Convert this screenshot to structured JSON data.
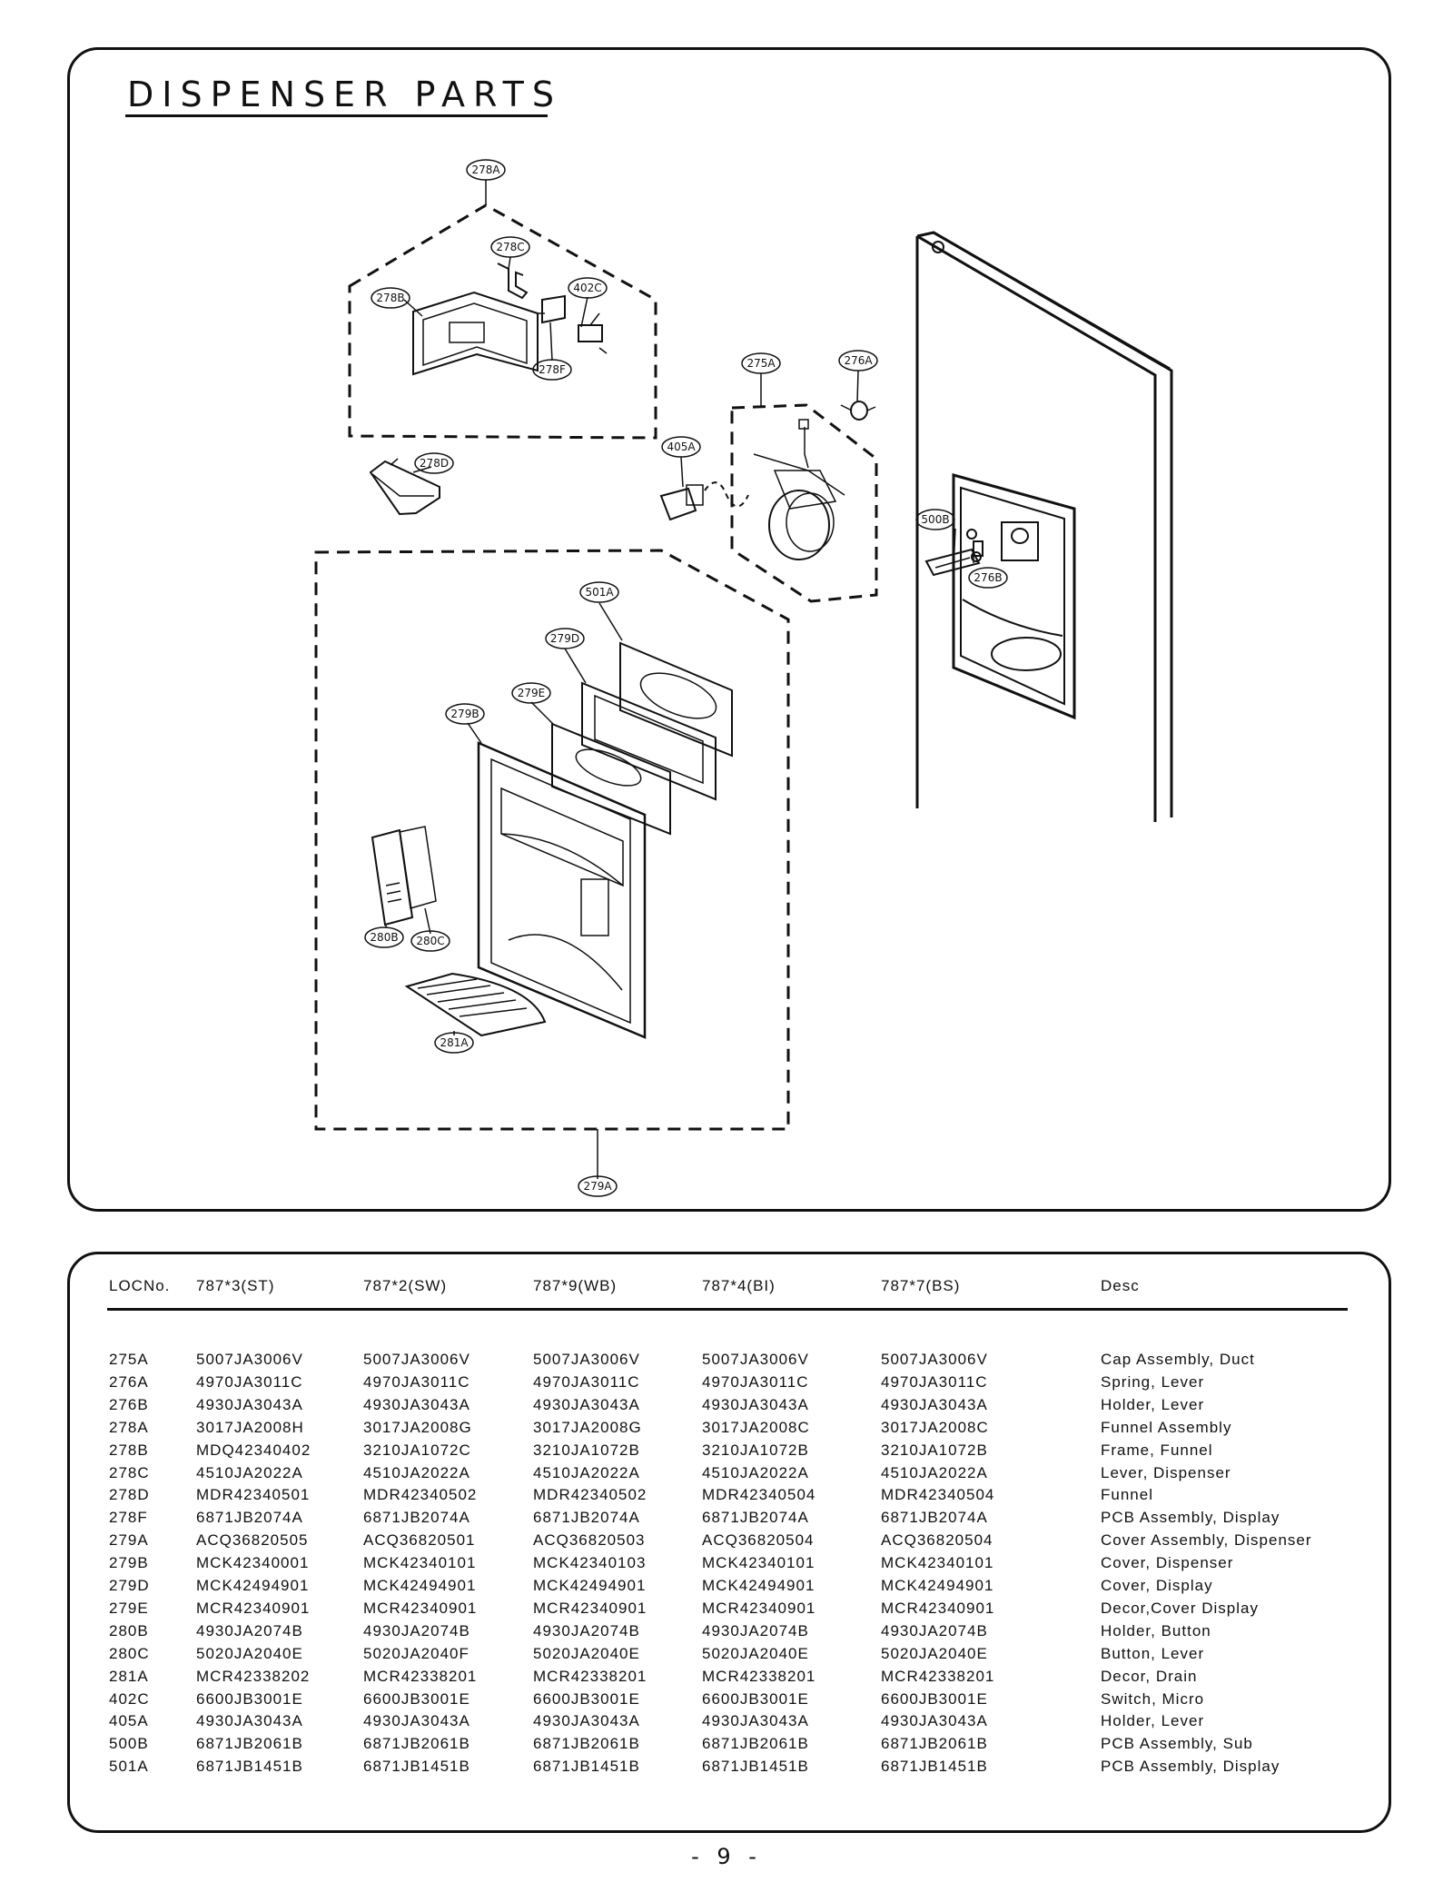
{
  "title": "DISPENSER PARTS",
  "callouts": {
    "c278A": "278A",
    "c278C": "278C",
    "c278B": "278B",
    "c402C": "402C",
    "c278F": "278F",
    "c275A": "275A",
    "c276A": "276A",
    "c405A": "405A",
    "c278D": "278D",
    "c500B": "500B",
    "c276B": "276B",
    "c501A": "501A",
    "c279D": "279D",
    "c279E": "279E",
    "c279B": "279B",
    "c280B": "280B",
    "c280C": "280C",
    "c281A": "281A",
    "c279A": "279A"
  },
  "parts_table": {
    "headers": [
      "LOCNo.",
      "787*3(ST)",
      "787*2(SW)",
      "787*9(WB)",
      "787*4(BI)",
      "787*7(BS)",
      "Desc"
    ],
    "rows": [
      [
        "275A",
        "5007JA3006V",
        "5007JA3006V",
        "5007JA3006V",
        "5007JA3006V",
        "5007JA3006V",
        "Cap Assembly, Duct"
      ],
      [
        "276A",
        "4970JA3011C",
        "4970JA3011C",
        "4970JA3011C",
        "4970JA3011C",
        "4970JA3011C",
        "Spring, Lever"
      ],
      [
        "276B",
        "4930JA3043A",
        "4930JA3043A",
        "4930JA3043A",
        "4930JA3043A",
        "4930JA3043A",
        "Holder, Lever"
      ],
      [
        "278A",
        "3017JA2008H",
        "3017JA2008G",
        "3017JA2008G",
        "3017JA2008C",
        "3017JA2008C",
        "Funnel Assembly"
      ],
      [
        "278B",
        "MDQ42340402",
        "3210JA1072C",
        "3210JA1072B",
        "3210JA1072B",
        "3210JA1072B",
        "Frame, Funnel"
      ],
      [
        "278C",
        "4510JA2022A",
        "4510JA2022A",
        "4510JA2022A",
        "4510JA2022A",
        "4510JA2022A",
        "Lever, Dispenser"
      ],
      [
        "278D",
        "MDR42340501",
        "MDR42340502",
        "MDR42340502",
        "MDR42340504",
        "MDR42340504",
        "Funnel"
      ],
      [
        "278F",
        "6871JB2074A",
        "6871JB2074A",
        "6871JB2074A",
        "6871JB2074A",
        "6871JB2074A",
        "PCB Assembly, Display"
      ],
      [
        "279A",
        "ACQ36820505",
        "ACQ36820501",
        "ACQ36820503",
        "ACQ36820504",
        "ACQ36820504",
        "Cover Assembly, Dispenser"
      ],
      [
        "279B",
        "MCK42340001",
        "MCK42340101",
        "MCK42340103",
        "MCK42340101",
        "MCK42340101",
        "Cover, Dispenser"
      ],
      [
        "279D",
        "MCK42494901",
        "MCK42494901",
        "MCK42494901",
        "MCK42494901",
        "MCK42494901",
        "Cover, Display"
      ],
      [
        "279E",
        "MCR42340901",
        "MCR42340901",
        "MCR42340901",
        "MCR42340901",
        "MCR42340901",
        "Decor,Cover Display"
      ],
      [
        "280B",
        "4930JA2074B",
        "4930JA2074B",
        "4930JA2074B",
        "4930JA2074B",
        "4930JA2074B",
        "Holder, Button"
      ],
      [
        "280C",
        "5020JA2040E",
        "5020JA2040F",
        "5020JA2040E",
        "5020JA2040E",
        "5020JA2040E",
        "Button, Lever"
      ],
      [
        "281A",
        "MCR42338202",
        "MCR42338201",
        "MCR42338201",
        "MCR42338201",
        "MCR42338201",
        "Decor, Drain"
      ],
      [
        "402C",
        "6600JB3001E",
        "6600JB3001E",
        "6600JB3001E",
        "6600JB3001E",
        "6600JB3001E",
        "Switch, Micro"
      ],
      [
        "405A",
        "4930JA3043A",
        "4930JA3043A",
        "4930JA3043A",
        "4930JA3043A",
        "4930JA3043A",
        "Holder, Lever"
      ],
      [
        "500B",
        "6871JB2061B",
        "6871JB2061B",
        "6871JB2061B",
        "6871JB2061B",
        "6871JB2061B",
        "PCB Assembly, Sub"
      ],
      [
        "501A",
        "6871JB1451B",
        "6871JB1451B",
        "6871JB1451B",
        "6871JB1451B",
        "6871JB1451B",
        "PCB Assembly, Display"
      ]
    ]
  },
  "page_number": "- 9 -"
}
